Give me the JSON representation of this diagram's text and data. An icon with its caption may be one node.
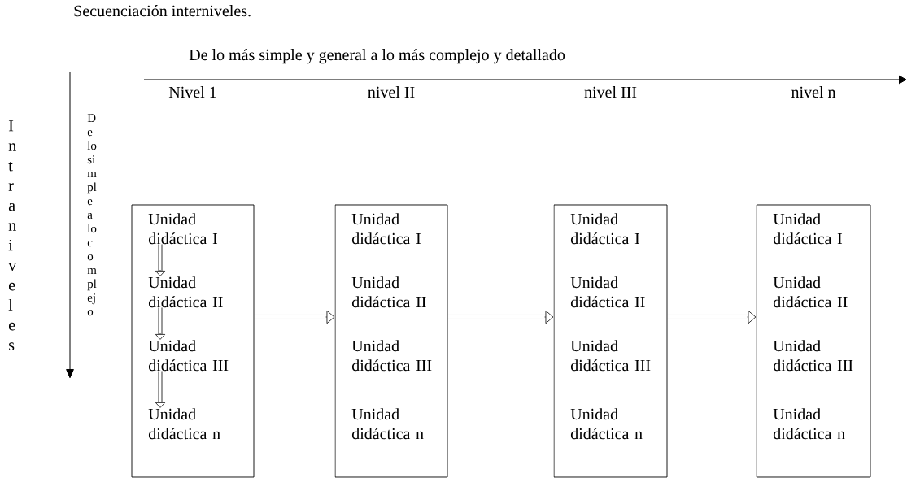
{
  "diagram": {
    "title": "Secuenciación interniveles.",
    "nodes": [
      {
        "text": [],
        "shape": "box"
      },
      {
        "text": [
          "Unidad didáctica I"
        ],
        "in": 0
      },
      {
        "text": [
          "Unidad didáctica II"
        ],
        "in": 0
      },
      {
        "text": [
          "Unidad didáctica III"
        ],
        "in": 0
      },
      {
        "text": [
          "Unidad didáctica n"
        ],
        "in": 0
      },
      {
        "text": [],
        "shape": "box"
      },
      {
        "text": [
          "Unidad didáctica I"
        ],
        "in": 5
      },
      {
        "text": [
          "Unidad didáctica II"
        ],
        "in": 5
      },
      {
        "text": [
          "Unidad didáctica III"
        ],
        "in": 5
      },
      {
        "text": [
          "Unidad didáctica n"
        ],
        "in": 5
      },
      {
        "text": [],
        "shape": "box"
      },
      {
        "text": [
          "Unidad didáctica I"
        ],
        "in": 10
      },
      {
        "text": [
          "Unidad didáctica II"
        ],
        "in": 10
      },
      {
        "text": [
          "Unidad didáctica III"
        ],
        "in": 10
      },
      {
        "text": [
          "Unidad didáctica n"
        ],
        "in": 10
      },
      {
        "text": [],
        "shape": "box"
      },
      {
        "text": [
          "Unidad didáctica I"
        ],
        "in": 15
      },
      {
        "text": [
          "Unidad didáctica II"
        ],
        "in": 15
      },
      {
        "text": [
          "Unidad didáctica III"
        ],
        "in": 15
      },
      {
        "text": [
          "Unidad didáctica n"
        ],
        "in": 15
      }
    ],
    "edges": [
      {
        "from": 1,
        "to": 2,
        "arrow": "to"
      },
      {
        "from": 2,
        "to": 3,
        "arrow": "to"
      },
      {
        "from": 3,
        "to": 4,
        "arrow": "to"
      },
      {
        "from": 0,
        "to": 5,
        "arrow": "to"
      },
      {
        "from": 5,
        "to": 10,
        "arrow": "to"
      },
      {
        "from": 10,
        "to": 15,
        "arrow": "to"
      }
    ],
    "labels": [
      "De lo más simple y general a lo más complejo y detallado",
      "Nivel 1",
      "nivel II",
      "nivel III",
      "nivel n",
      "Intraniveles",
      "De lo simple a lo complejo"
    ]
  }
}
